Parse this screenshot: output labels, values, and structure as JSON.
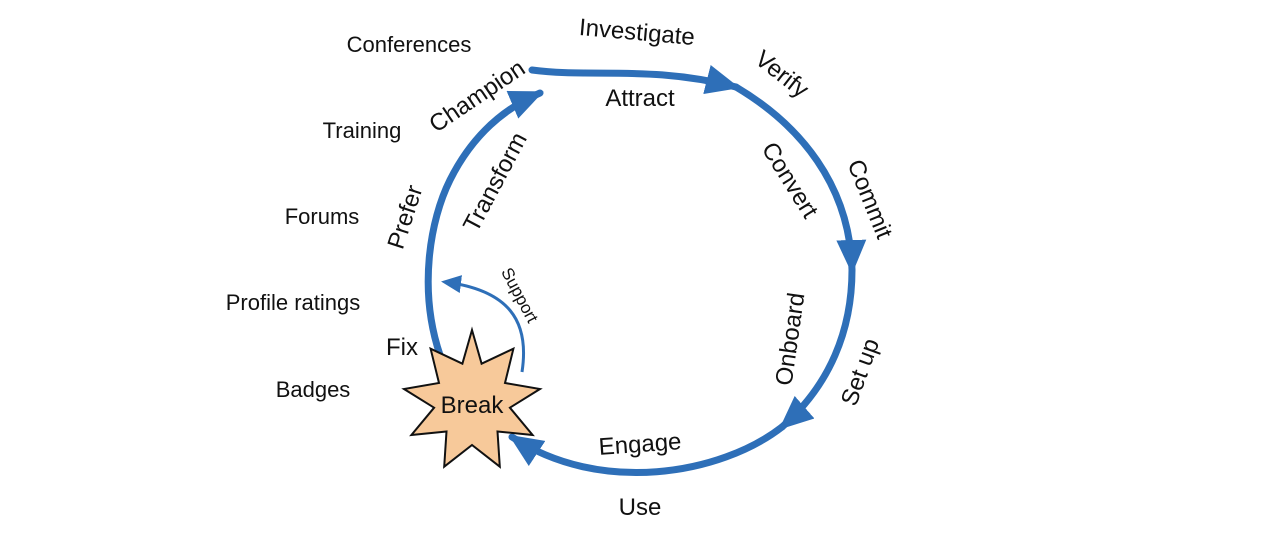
{
  "colors": {
    "cycle": "#2e6fb8",
    "burst_fill": "#f7c99a",
    "burst_stroke": "#111111",
    "text": "#111111"
  },
  "stages": {
    "investigate": "Investigate",
    "attract": "Attract",
    "verify": "Verify",
    "convert": "Convert",
    "commit": "Commit",
    "onboard": "Onboard",
    "setup": "Set up",
    "engage": "Engage",
    "use": "Use",
    "break": "Break",
    "fix": "Fix",
    "support": "Support",
    "prefer": "Prefer",
    "transform": "Transform",
    "champion": "Champion"
  },
  "side_list": [
    "Conferences",
    "Training",
    "Forums",
    "Profile ratings",
    "Badges"
  ]
}
